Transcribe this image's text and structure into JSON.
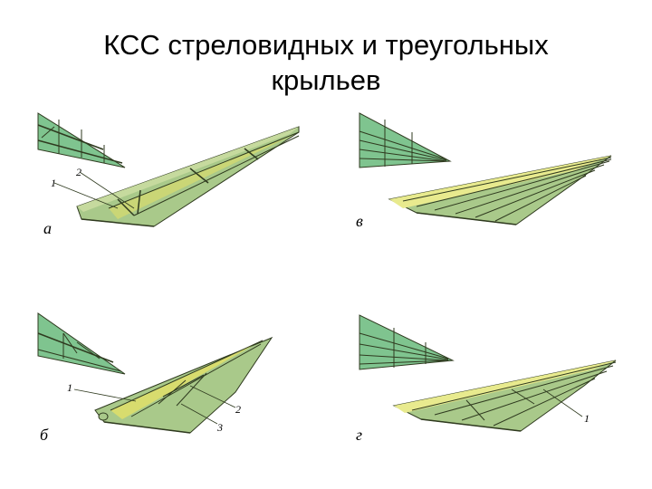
{
  "title": {
    "line1": "КСС стреловидных и треугольных",
    "line2": "крыльев"
  },
  "colors": {
    "skin": "#a9c98a",
    "skin_dark": "#7fa866",
    "panel": "#7fc48f",
    "spar": "#d8dc6e",
    "spar_light": "#e8ea8e",
    "line": "#2f3a1f"
  },
  "figures": {
    "a": {
      "letter": "а",
      "callouts": [
        "1",
        "2"
      ]
    },
    "v": {
      "letter": "в"
    },
    "b": {
      "letter": "б",
      "callouts": [
        "1",
        "2",
        "3"
      ]
    },
    "g": {
      "letter": "г",
      "callouts": [
        "1"
      ]
    }
  }
}
